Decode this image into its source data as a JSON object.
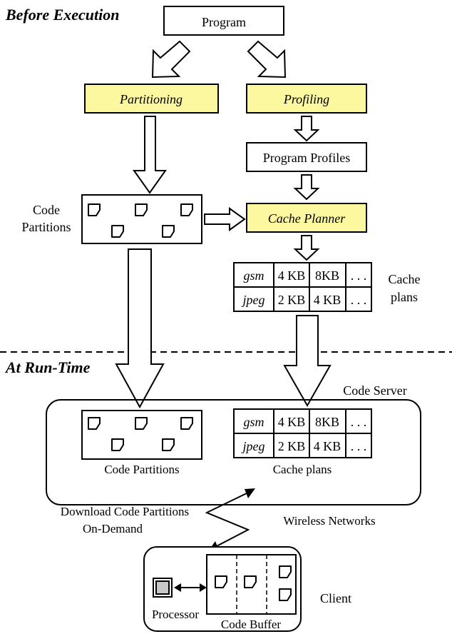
{
  "sections": {
    "before": "Before Execution",
    "runtime": "At Run-Time"
  },
  "boxes": {
    "program": "Program",
    "partitioning": "Partitioning",
    "profiling": "Profiling",
    "program_profiles": "Program Profiles",
    "cache_planner": "Cache Planner"
  },
  "labels": {
    "code_partitions_line1": "Code",
    "code_partitions_line2": "Partitions",
    "cache_plans_line1": "Cache",
    "cache_plans_line2": "plans",
    "code_server": "Code Server",
    "server_code_partitions": "Code Partitions",
    "server_cache_plans": "Cache plans",
    "download_line1": "Download Code Partitions",
    "download_line2": "On-Demand",
    "wireless": "Wireless Networks",
    "client": "Client",
    "processor": "Processor",
    "code_buffer": "Code Buffer"
  },
  "cache_table": {
    "rows": [
      [
        "gsm",
        "4 KB",
        "8KB",
        ". . ."
      ],
      [
        "jpeg",
        "2 KB",
        "4 KB",
        ". . ."
      ]
    ]
  },
  "colors": {
    "highlight": "#fcf8a0",
    "stroke": "#000000"
  }
}
